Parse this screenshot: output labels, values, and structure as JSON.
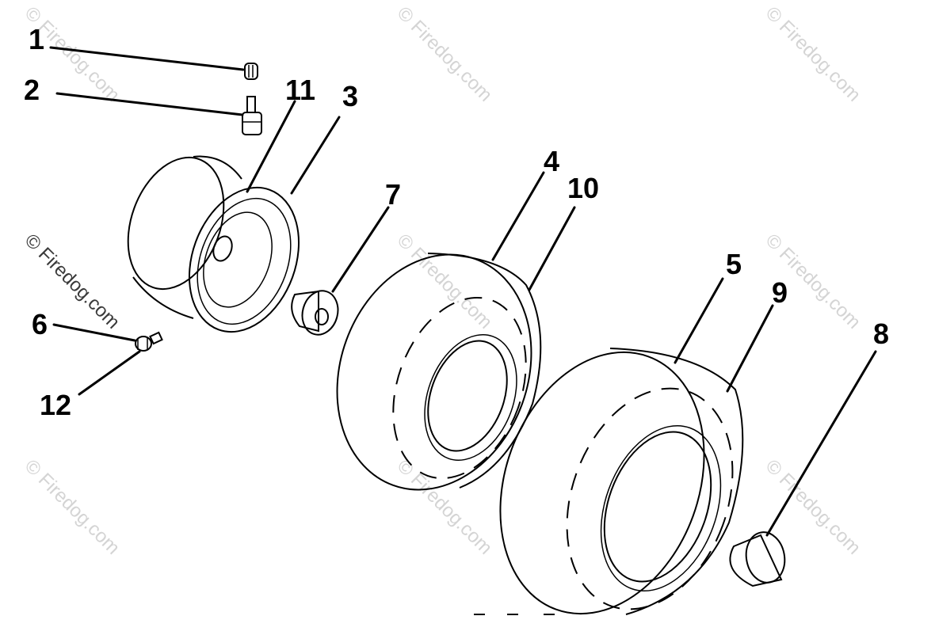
{
  "diagram": {
    "callouts": {
      "c1": "1",
      "c2": "2",
      "c3": "3",
      "c4": "4",
      "c5": "5",
      "c6": "6",
      "c7": "7",
      "c8": "8",
      "c9": "9",
      "c10": "10",
      "c11": "11",
      "c12": "12"
    },
    "watermark": "© Firedog.com"
  }
}
